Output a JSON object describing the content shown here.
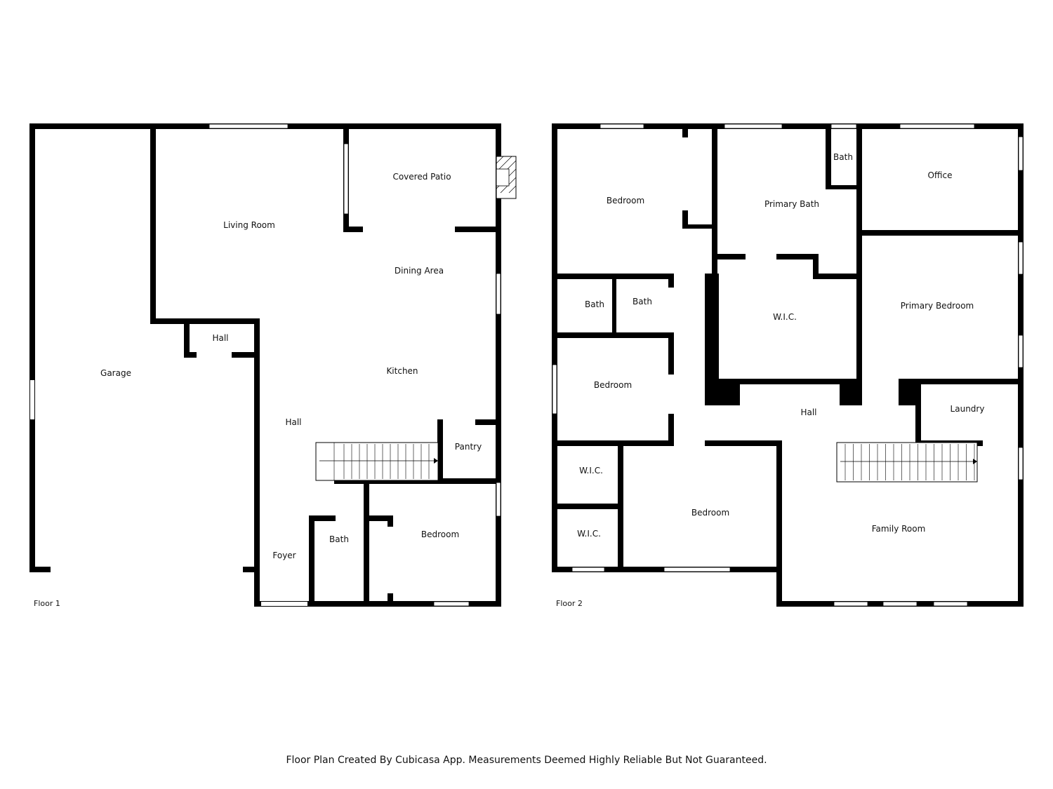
{
  "floors": [
    {
      "label": "Floor 1",
      "rooms": [
        "Garage",
        "Living Room",
        "Covered Patio",
        "Dining Area",
        "Hall",
        "Kitchen",
        "Hall",
        "Pantry",
        "Foyer",
        "Bath",
        "Bedroom"
      ]
    },
    {
      "label": "Floor 2",
      "rooms": [
        "Bedroom",
        "Primary Bath",
        "Bath",
        "Office",
        "Bath",
        "Bath",
        "W.I.C.",
        "Primary Bedroom",
        "Bedroom",
        "Hall",
        "Laundry",
        "W.I.C.",
        "Bedroom",
        "W.I.C.",
        "Family Room"
      ]
    }
  ],
  "footer": "Floor Plan Created By Cubicasa App. Measurements Deemed Highly Reliable But Not Guaranteed."
}
